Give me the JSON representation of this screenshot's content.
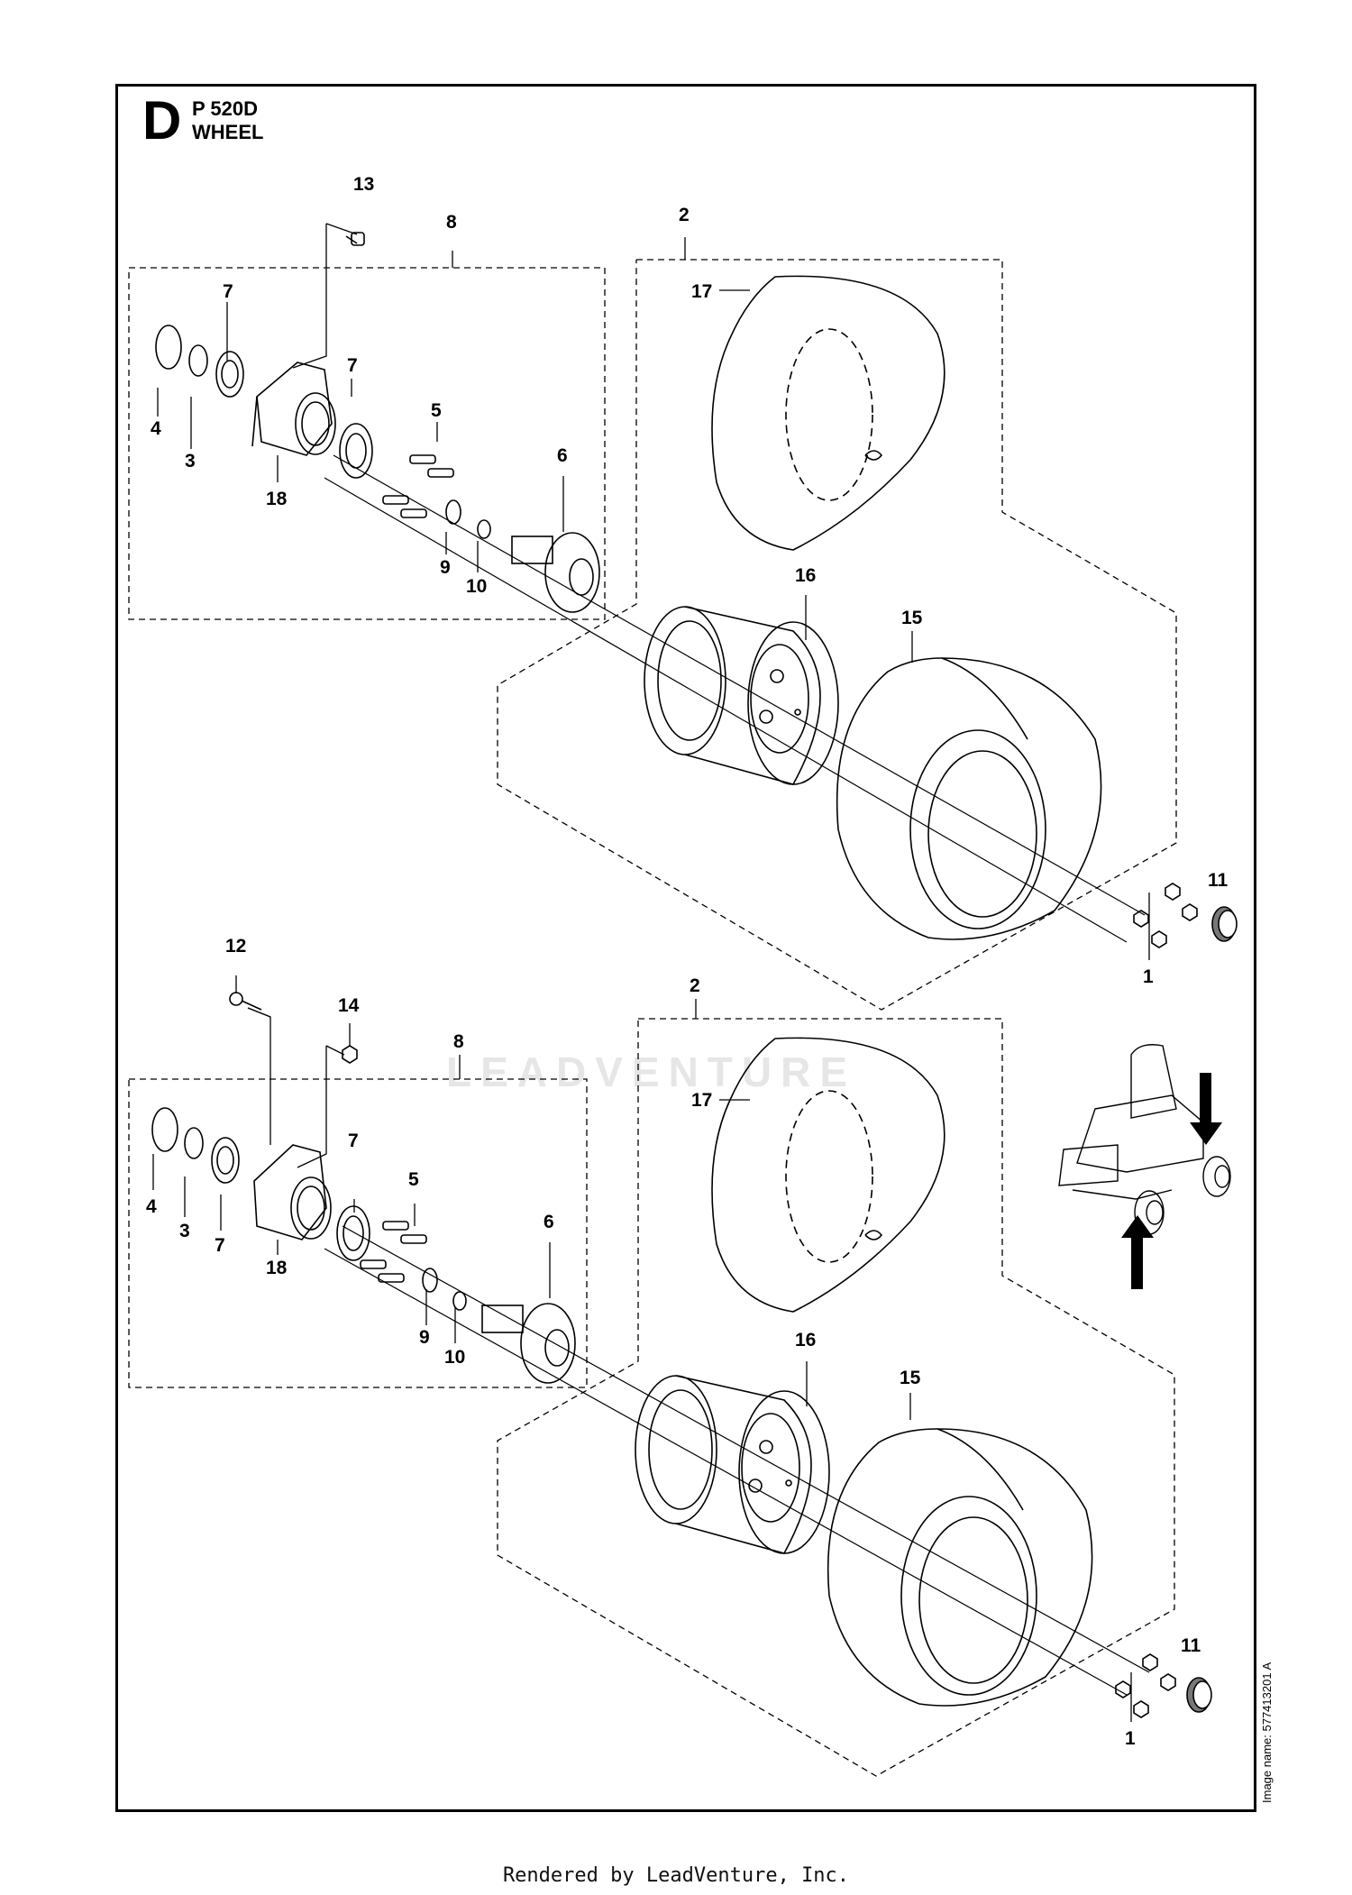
{
  "header": {
    "section_letter": "D",
    "model": "P 520D",
    "title": "WHEEL"
  },
  "image_name": "Image name: 577413201 A",
  "footer": "Rendered by LeadVenture, Inc.",
  "watermark": "LEADVENTURE",
  "callouts": {
    "upper": [
      "13",
      "8",
      "2",
      "7",
      "17",
      "7",
      "4",
      "3",
      "18",
      "5",
      "6",
      "9",
      "10",
      "16",
      "15",
      "11",
      "1"
    ],
    "lower": [
      "12",
      "14",
      "8",
      "2",
      "17",
      "4",
      "3",
      "7",
      "7",
      "18",
      "5",
      "6",
      "9",
      "10",
      "16",
      "15",
      "11",
      "1"
    ]
  },
  "icons": [
    "mower-location-icon",
    "arrow-down-icon",
    "arrow-up-icon"
  ]
}
